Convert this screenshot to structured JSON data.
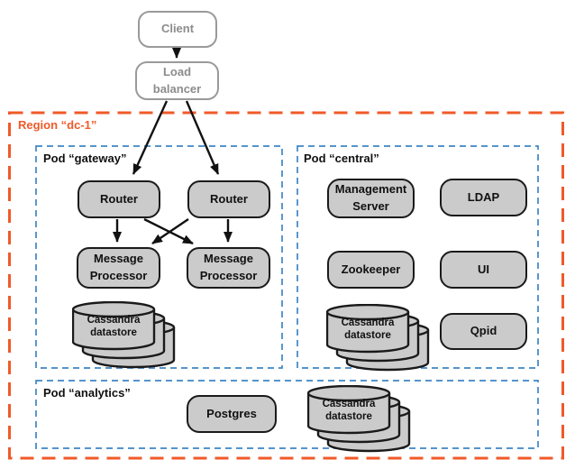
{
  "region": {
    "label": "Region “dc-1”"
  },
  "pods": {
    "gateway": {
      "label": "Pod “gateway”"
    },
    "central": {
      "label": "Pod “central”"
    },
    "analytics": {
      "label": "Pod “analytics”"
    }
  },
  "nodes": {
    "client": "Client",
    "load_balancer": "Load balancer",
    "router_1": "Router",
    "router_2": "Router",
    "message_processor_1": "Message Processor",
    "message_processor_2": "Message Processor",
    "cassandra_gateway": "Cassandra datastore",
    "management_server": "Management Server",
    "ldap": "LDAP",
    "zookeeper": "Zookeeper",
    "ui": "UI",
    "cassandra_central": "Cassandra datastore",
    "qpid": "Qpid",
    "postgres": "Postgres",
    "cassandra_analytics": "Cassandra datastore"
  },
  "edges": [
    {
      "from": "Client",
      "to": "Load balancer"
    },
    {
      "from": "Load balancer",
      "to": "Router (left)"
    },
    {
      "from": "Load balancer",
      "to": "Router (right)"
    },
    {
      "from": "Router (left)",
      "to": "Message Processor (left)"
    },
    {
      "from": "Router (left)",
      "to": "Message Processor (right)"
    },
    {
      "from": "Router (right)",
      "to": "Message Processor (left)"
    },
    {
      "from": "Router (right)",
      "to": "Message Processor (right)"
    }
  ],
  "colors": {
    "region_border": "#F05A28",
    "pod_border": "#3D85C6",
    "node_fill": "#CBCBCB",
    "node_border": "#1A1A1A",
    "external_border": "#9A9A9A",
    "external_text": "#8C8C8C",
    "arrow": "#111111",
    "label": "#111111"
  }
}
